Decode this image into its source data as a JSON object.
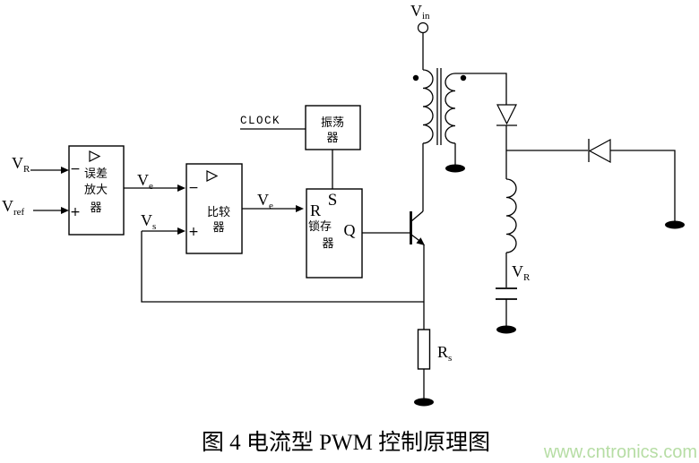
{
  "signals": {
    "vin": {
      "base": "V",
      "sub": "in"
    },
    "vr_in": {
      "base": "V",
      "sub": "R"
    },
    "vref": {
      "base": "V",
      "sub": "ref"
    },
    "ve_err_out": {
      "base": "V",
      "sub": "e"
    },
    "vs": {
      "base": "V",
      "sub": "s"
    },
    "ve_cmp_out": {
      "base": "V",
      "sub": "e"
    },
    "clock": "CLOCK",
    "rs": {
      "base": "R",
      "sub": "s"
    },
    "vr_out": {
      "base": "V",
      "sub": "R"
    }
  },
  "blocks": {
    "error_amp": {
      "line1": "误差",
      "line2": "放大",
      "line3": "器",
      "minus": "−",
      "plus": "+"
    },
    "comparator": {
      "line1": "比较",
      "line2": "器",
      "minus": "−",
      "plus": "+"
    },
    "oscillator": {
      "line1": "振荡",
      "line2": "器"
    },
    "latch": {
      "line1": "锁存",
      "line2": "器",
      "set": "S",
      "reset": "R",
      "output": "Q"
    }
  },
  "caption": "图 4  电流型 PWM 控制原理图",
  "watermark": {
    "text": "www.cntronics.com",
    "color": "#b6dda4"
  },
  "colors": {
    "line": "#000000",
    "background": "#ffffff"
  }
}
